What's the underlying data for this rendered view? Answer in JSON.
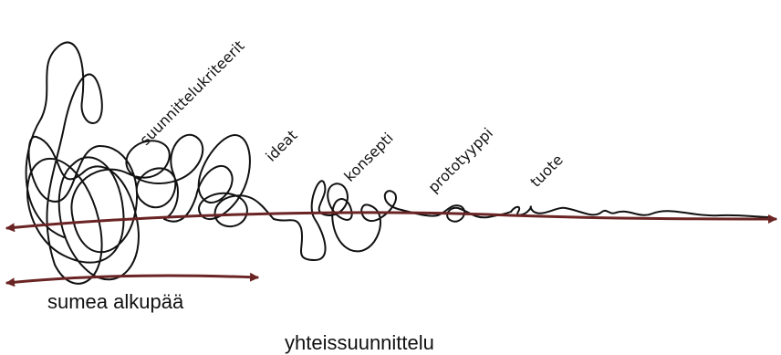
{
  "colors": {
    "arrow": "#6b2424",
    "squiggle": "#111111",
    "background": "#ffffff"
  },
  "stages": [
    {
      "label": "suunnittelukriteerit"
    },
    {
      "label": "ideat"
    },
    {
      "label": "konsepti"
    },
    {
      "label": "prototyyppi"
    },
    {
      "label": "tuote"
    }
  ],
  "labels": {
    "fuzzy_front_end": "sumea alkupää",
    "co_design": "yhteissuunnittelu"
  }
}
